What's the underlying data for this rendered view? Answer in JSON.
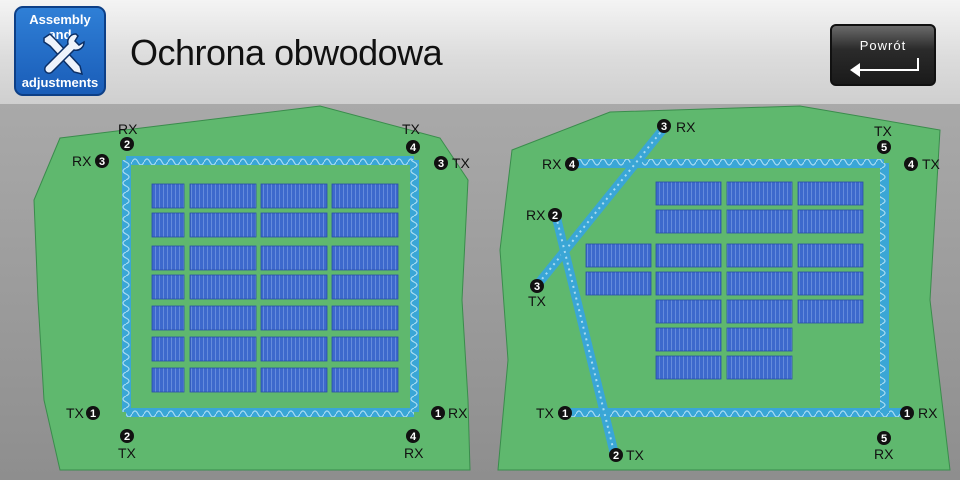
{
  "header": {
    "badge_line1": "Assembly and",
    "badge_line2": "adjustments",
    "badge_icon": "wrench-screwdriver-icon",
    "title": "Ochrona obwodowa",
    "back_label": "Powrót",
    "back_icon": "return-arrow-icon"
  },
  "colors": {
    "field": "#5fb86e",
    "beam": "#38a9d8",
    "panel": "#3f6fd0",
    "node": "#111111"
  },
  "left_diagram": {
    "nodes": [
      {
        "num": "2",
        "label": "RX"
      },
      {
        "num": "3",
        "label": "RX"
      },
      {
        "num": "4",
        "label": "TX"
      },
      {
        "num": "3",
        "label": "TX"
      },
      {
        "num": "1",
        "label": "TX"
      },
      {
        "num": "2",
        "label": "TX"
      },
      {
        "num": "1",
        "label": "RX"
      },
      {
        "num": "4",
        "label": "RX"
      }
    ]
  },
  "right_diagram": {
    "nodes": [
      {
        "num": "3",
        "label": "RX"
      },
      {
        "num": "4",
        "label": "RX"
      },
      {
        "num": "5",
        "label": "TX"
      },
      {
        "num": "4",
        "label": "TX"
      },
      {
        "num": "2",
        "label": "RX"
      },
      {
        "num": "3",
        "label": "TX"
      },
      {
        "num": "1",
        "label": "TX"
      },
      {
        "num": "2",
        "label": "TX"
      },
      {
        "num": "1",
        "label": "RX"
      },
      {
        "num": "5",
        "label": "RX"
      }
    ]
  }
}
